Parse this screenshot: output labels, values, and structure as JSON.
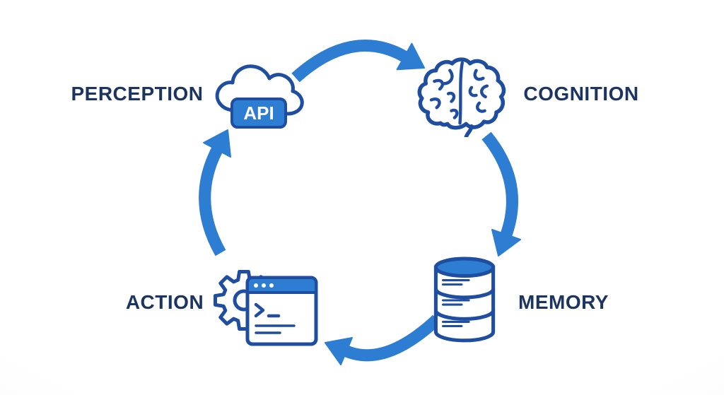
{
  "diagram": {
    "type": "cycle",
    "nodes": [
      {
        "id": "perception",
        "label": "PERCEPTION",
        "icon": "cloud-api-icon",
        "badge": "API"
      },
      {
        "id": "cognition",
        "label": "COGNITION",
        "icon": "brain-icon"
      },
      {
        "id": "memory",
        "label": "MEMORY",
        "icon": "database-icon"
      },
      {
        "id": "action",
        "label": "ACTION",
        "icon": "gear-terminal-icon"
      }
    ],
    "edges": [
      {
        "from": "perception",
        "to": "cognition"
      },
      {
        "from": "cognition",
        "to": "memory"
      },
      {
        "from": "memory",
        "to": "action"
      },
      {
        "from": "action",
        "to": "perception"
      }
    ],
    "colors": {
      "arrow": "#2d7dd2",
      "outline": "#1f4d9f",
      "text": "#1b3560",
      "badge_fill": "#2d7dd2",
      "badge_text": "#ffffff",
      "background": "#ffffff"
    }
  }
}
